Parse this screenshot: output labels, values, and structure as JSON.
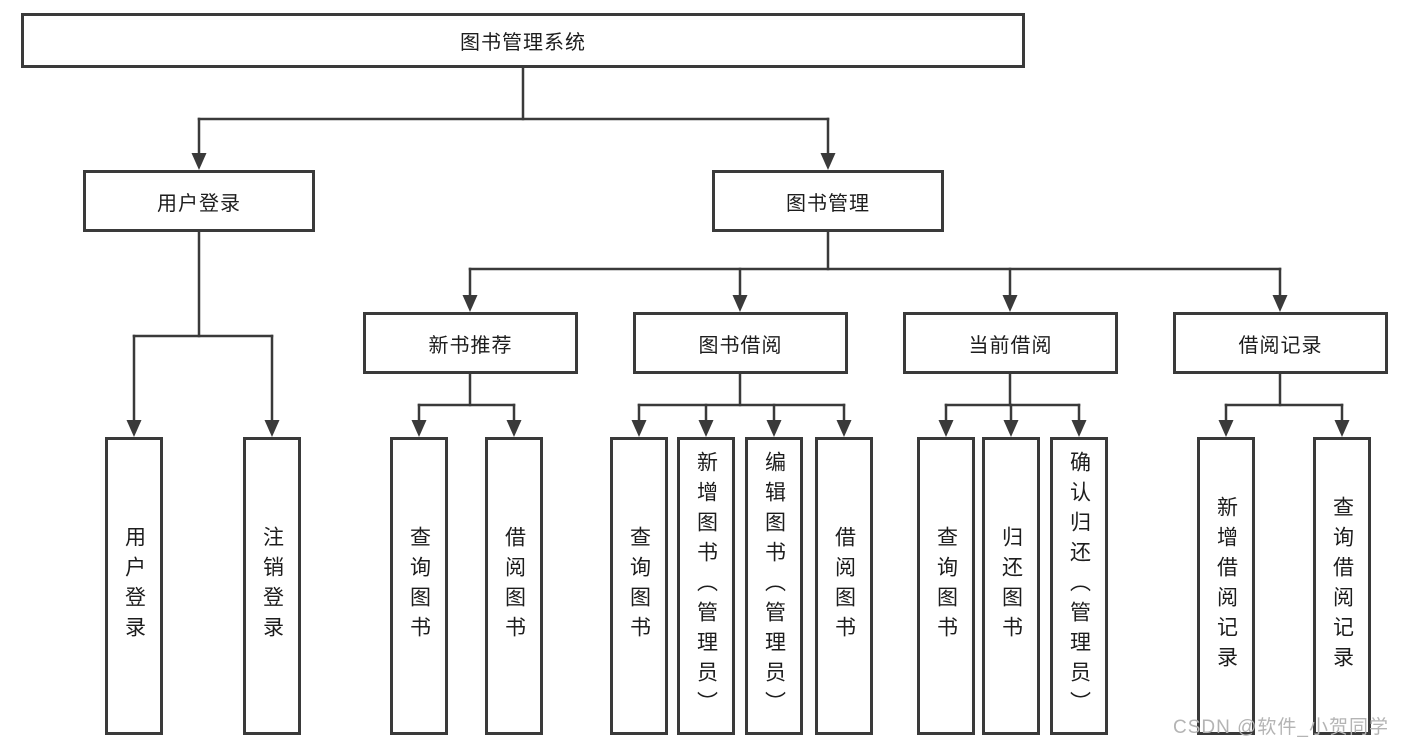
{
  "diagram": {
    "type": "hierarchy-tree",
    "direction": "top-down"
  },
  "colors": {
    "line": "#3a3a3a",
    "box_border": "#3a3a3a",
    "text": "#1d1d1d",
    "watermark": "#b4b4b4",
    "background": "#ffffff"
  },
  "tree": {
    "root": {
      "label": "图书管理系统"
    },
    "branches": [
      {
        "label": "用户登录",
        "children": [
          {
            "label": "用户登录"
          },
          {
            "label": "注销登录"
          }
        ]
      },
      {
        "label": "图书管理",
        "children": [
          {
            "label": "新书推荐",
            "children": [
              {
                "label": "查询图书"
              },
              {
                "label": "借阅图书"
              }
            ]
          },
          {
            "label": "图书借阅",
            "children": [
              {
                "label": "查询图书"
              },
              {
                "label": "新增图书（管理员）"
              },
              {
                "label": "编辑图书（管理员）"
              },
              {
                "label": "借阅图书"
              }
            ]
          },
          {
            "label": "当前借阅",
            "children": [
              {
                "label": "查询图书"
              },
              {
                "label": "归还图书"
              },
              {
                "label": "确认归还（管理员）"
              }
            ]
          },
          {
            "label": "借阅记录",
            "children": [
              {
                "label": "新增借阅记录"
              },
              {
                "label": "查询借阅记录"
              }
            ]
          }
        ]
      }
    ]
  },
  "watermark": {
    "text": "CSDN @软件_小贺同学"
  }
}
